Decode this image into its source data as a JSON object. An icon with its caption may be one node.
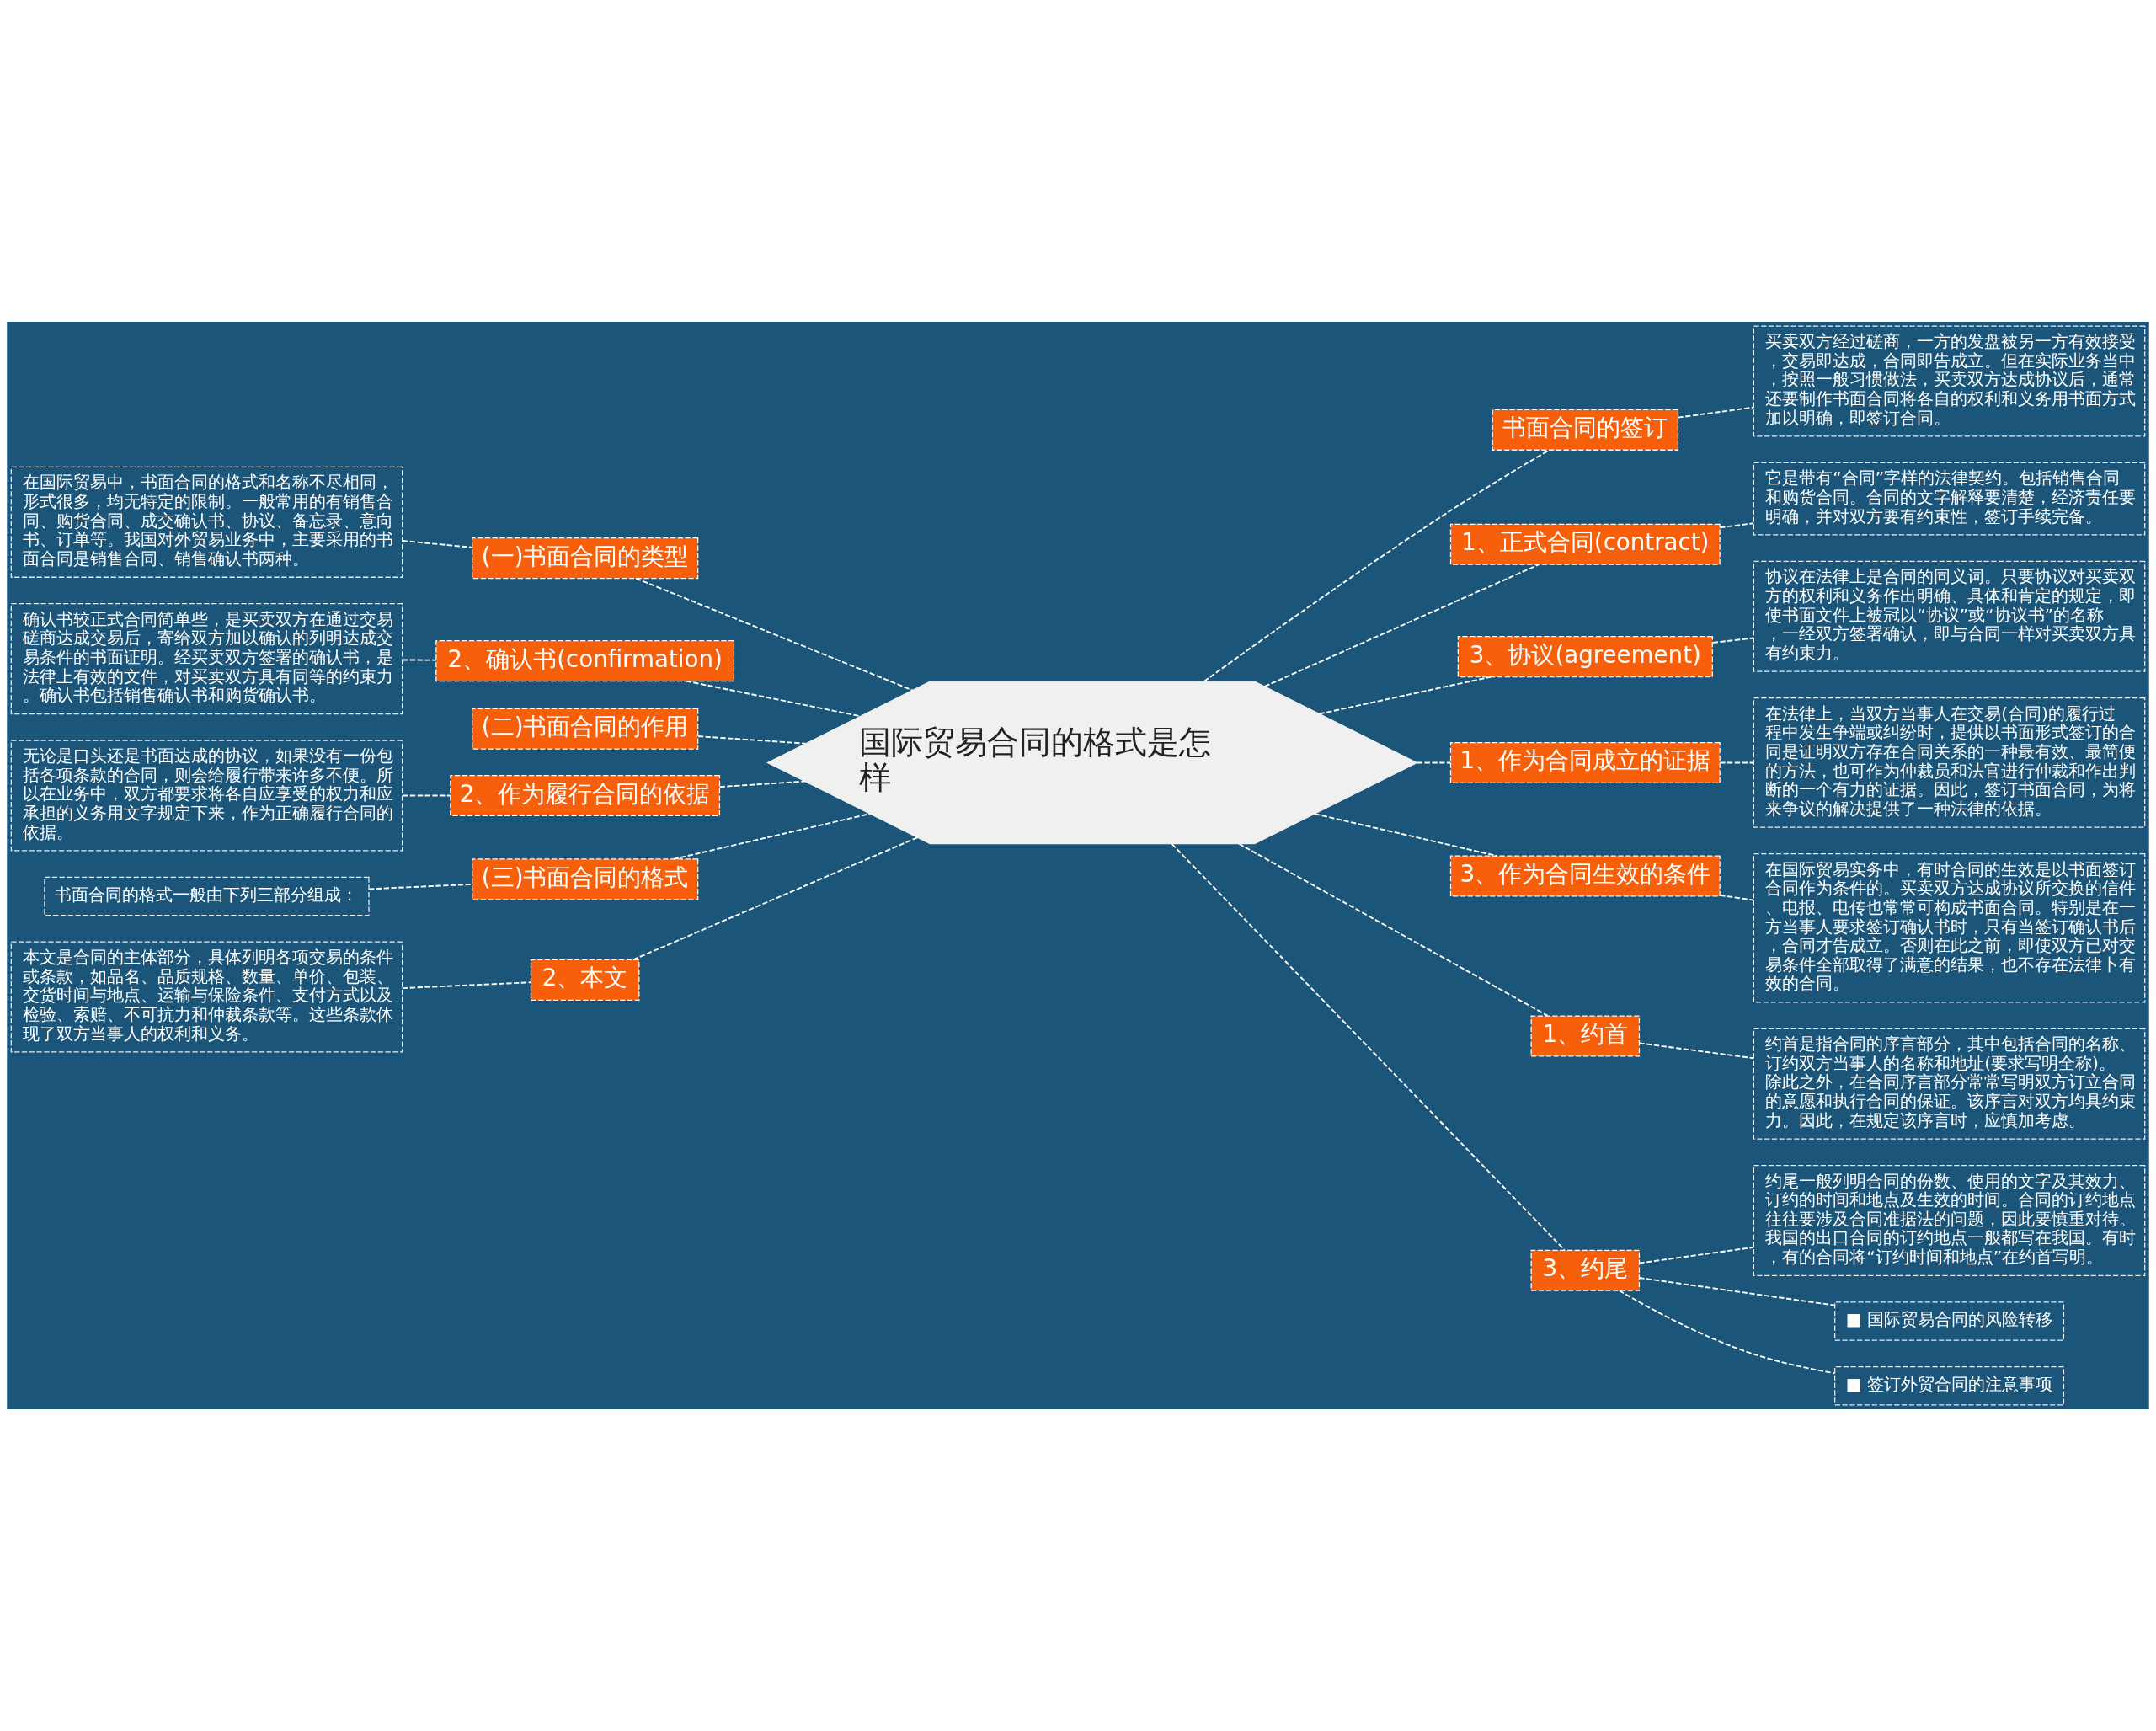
{
  "diagram": {
    "nodes": [
      {
        "text": [
          "国际贸易合同的格式是怎样"
        ]
      },
      {
        "text": [
          "(一)书面合同的类型"
        ]
      },
      {
        "text": [
          "在国际贸易中，书面合同的格式和名称不尽相同，形式很多，均无特定的限制。一般常用的有销售合同、购货合同、成交确认书、协议、备忘录、意向书、订单等。我国对外贸易业务中，主要采用的书面合同是销售合同、销售确认书两种。"
        ]
      },
      {
        "text": [
          "2、确认书(confirmation)"
        ]
      },
      {
        "text": [
          "确认书较正式合同简单些，是买卖双方在通过交易磋商达成交易后，寄给双方加以确认的列明达成交易条件的书面证明。经买卖双方签署的确认书，是法律上有效的文件，对买卖双方具有同等的约束力。确认书包括销售确认书和购货确认书。"
        ]
      },
      {
        "text": [
          "(二)书面合同的作用"
        ]
      },
      {
        "text": [
          "2、作为履行合同的依据"
        ]
      },
      {
        "text": [
          "无论是口头还是书面达成的协议，如果没有一份包括各项条款的合同，则会给履行带来许多不便。所以在业务中，双方都要求将各自应享受的权力和应承担的义务用文字规定下来，作为正确履行合同的依据。"
        ]
      },
      {
        "text": [
          "(三)书面合同的格式"
        ]
      },
      {
        "text": [
          "书面合同的格式一般由下列三部分组成："
        ]
      },
      {
        "text": [
          "2、本文"
        ]
      },
      {
        "text": [
          "本文是合同的主体部分，具体列明各项交易的条件或条款，如品名、品质规格、数量、单价、包装、交货时间与地点、运输与保险条件、支付方式以及检验、索赔、不可抗力和仲裁条款等。这些条款体现了双方当事人的权利和义务。"
        ]
      },
      {
        "text": [
          "书面合同的签订"
        ]
      },
      {
        "text": [
          "买卖双方经过磋商，一方的发盘被另一方有效接受，交易即达成，合同即告成立。但在实际业务当中，按照一般习惯做法，买卖双方达成协议后，通常还要制作书面合同将各自的权利和义务用书面方式加以明确，即签订合同。"
        ]
      },
      {
        "text": [
          "1、正式合同(contract)"
        ]
      },
      {
        "text": [
          "它是带有“合同”字样的法律契约。包括销售合同和购货合同。合同的文字解释要清楚，经济责任要明确，并对双方要有约束性，签订手续完备。"
        ]
      },
      {
        "text": [
          "3、协议(agreement)"
        ]
      },
      {
        "text": [
          "协议在法律上是合同的同义词。只要协议对买卖双方的权利和义务作出明确、具体和肯定的规定，即使书面文件上被冠以“协议”或“协议书”的名称，一经双方签署确认，即与合同一样对买卖双方具有约束力。"
        ]
      },
      {
        "text": [
          "1、作为合同成立的证据"
        ]
      },
      {
        "text": [
          "在法律上，当双方当事人在交易(合同)的履行过程中发生争端或纠纷时，提供以书面形式签订的合同是证明双方存在合同关系的一种最有效、最简便的方法，也可作为仲裁员和法官进行仲裁和作出判断的一个有力的证据。因此，签订书面合同，为将来争议的解决提供了一种法律的依据。"
        ]
      },
      {
        "text": [
          "3、作为合同生效的条件"
        ]
      },
      {
        "text": [
          "在国际贸易实务中，有时合同的生效是以书面签订合同作为条件的。买卖双方达成协议所交换的信件、电报、电传也常常可构成书面合同。特别是在一方当事人要求签订确认书时，只有当签订确认书后，合同才告成立。否则在此之前，即使双方已对交易条件全部取得了满意的结果，也不存在法律卜有效的合同。"
        ]
      },
      {
        "text": [
          "1、约首"
        ]
      },
      {
        "text": [
          "约首是指合同的序言部分，其中包括合同的名称、订约双方当事人的名称和地址(要求写明全称)。除此之外，在合同序言部分常常写明双方订立合同的意愿和执行合同的保证。该序言对双方均具约束力。因此，在规定该序言时，应慎加考虑。"
        ]
      },
      {
        "text": [
          "3、约尾"
        ]
      },
      {
        "text": [
          "约尾一般列明合同的份数、使用的文字及其效力、订约的时间和地点及生效的时间。合同的订约地点往往要涉及合同准据法的问题，因此要慎重对待。我国的出口合同的订约地点一般都写在我国。有时，有的合同将“订约时间和地点”在约首写明。"
        ]
      },
      {
        "text": [
          "■ 国际贸易合同的风险转移"
        ]
      },
      {
        "text": [
          "■ 签订外贸合同的注意事项"
        ]
      }
    ],
    "edges": [
      {
        "from": 0,
        "to": 1,
        "arrow": "none",
        "style": "dashed"
      },
      {
        "from": 1,
        "to": 2,
        "arrow": "none",
        "style": "dashed"
      },
      {
        "from": 0,
        "to": 3,
        "arrow": "none",
        "style": "dashed"
      },
      {
        "from": 3,
        "to": 4,
        "arrow": "none",
        "style": "dashed"
      },
      {
        "from": 0,
        "to": 5,
        "arrow": "none",
        "style": "dashed"
      },
      {
        "from": 0,
        "to": 6,
        "arrow": "none",
        "style": "dashed"
      },
      {
        "from": 6,
        "to": 7,
        "arrow": "none",
        "style": "dashed"
      },
      {
        "from": 0,
        "to": 8,
        "arrow": "none",
        "style": "dashed"
      },
      {
        "from": 8,
        "to": 9,
        "arrow": "none",
        "style": "dashed"
      },
      {
        "from": 0,
        "to": 10,
        "arrow": "none",
        "style": "dashed"
      },
      {
        "from": 10,
        "to": 11,
        "arrow": "none",
        "style": "dashed"
      },
      {
        "from": 0,
        "to": 12,
        "arrow": "none",
        "style": "dashed"
      },
      {
        "from": 12,
        "to": 13,
        "arrow": "none",
        "style": "dashed"
      },
      {
        "from": 0,
        "to": 14,
        "arrow": "none",
        "style": "dashed"
      },
      {
        "from": 14,
        "to": 15,
        "arrow": "none",
        "style": "dashed"
      },
      {
        "from": 0,
        "to": 16,
        "arrow": "none",
        "style": "dashed"
      },
      {
        "from": 16,
        "to": 17,
        "arrow": "none",
        "style": "dashed"
      },
      {
        "from": 0,
        "to": 18,
        "arrow": "none",
        "style": "dashed"
      },
      {
        "from": 18,
        "to": 19,
        "arrow": "none",
        "style": "dashed"
      },
      {
        "from": 0,
        "to": 20,
        "arrow": "none",
        "style": "dashed"
      },
      {
        "from": 20,
        "to": 21,
        "arrow": "none",
        "style": "dashed"
      },
      {
        "from": 0,
        "to": 22,
        "arrow": "none",
        "style": "dashed"
      },
      {
        "from": 22,
        "to": 23,
        "arrow": "none",
        "style": "dashed"
      },
      {
        "from": 0,
        "to": 24,
        "arrow": "none",
        "style": "dashed"
      },
      {
        "from": 24,
        "to": 25,
        "arrow": "none",
        "style": "dashed"
      },
      {
        "from": 24,
        "to": 26,
        "arrow": "none",
        "style": "dashed"
      },
      {
        "from": 24,
        "to": 27,
        "arrow": "none",
        "style": "dashed"
      }
    ]
  }
}
